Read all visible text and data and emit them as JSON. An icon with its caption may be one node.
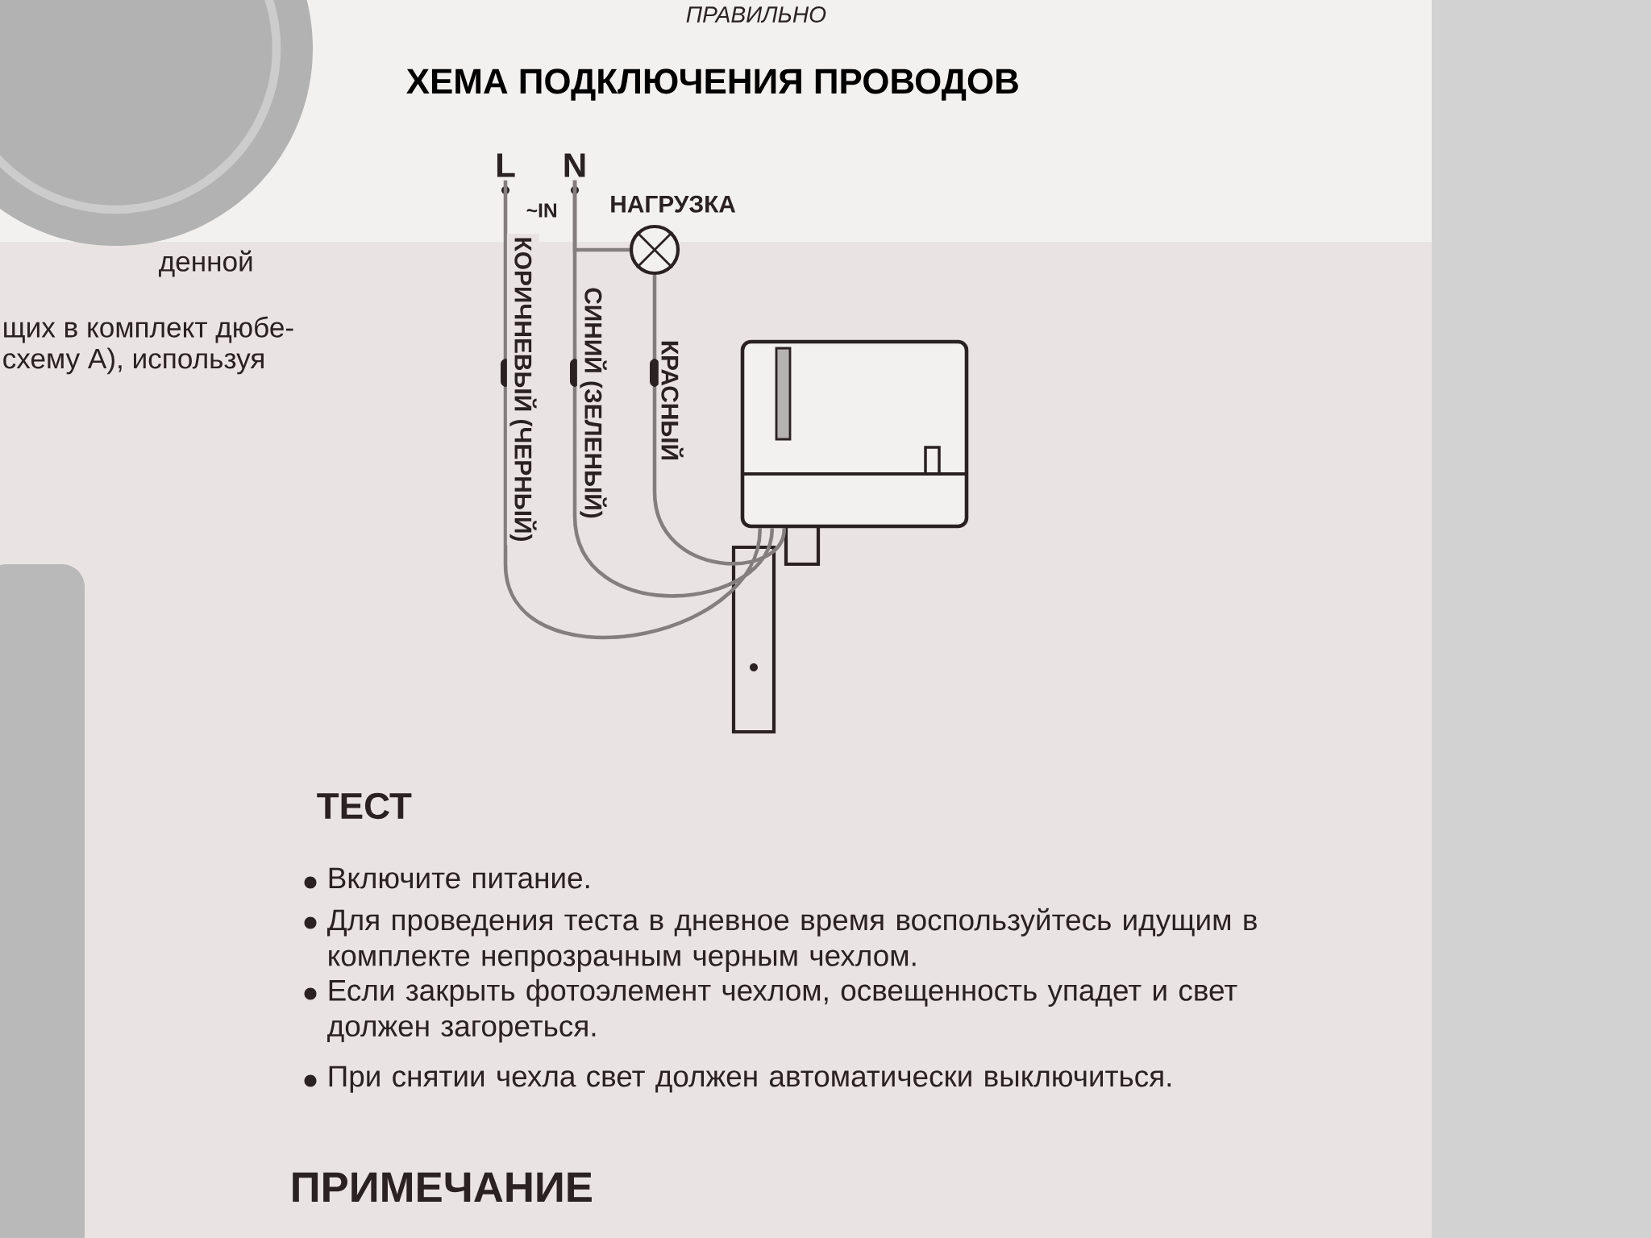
{
  "diagram": {
    "title": "ХЕМА ПОДКЛЮЧЕНИЯ ПРОВОДОВ",
    "nodes": [
      {
        "text": [
          "L"
        ]
      },
      {
        "text": [
          "N"
        ]
      },
      {
        "text": [
          "НАГРУЗКА"
        ]
      },
      {
        "text": [],
        "shape": "picture"
      }
    ],
    "edges": [
      {
        "from": 1,
        "to": 2,
        "arrow": "none"
      },
      {
        "from": 0,
        "to": 3,
        "arrow": "none",
        "label": "КОРИЧНЕВЫЙ (ЧЕРНЫЙ)"
      },
      {
        "from": 1,
        "to": 3,
        "arrow": "none",
        "label": "СИНИЙ (ЗЕЛЕНЫЙ)"
      },
      {
        "from": 2,
        "to": 3,
        "arrow": "none",
        "label": "КРАСНЫЙ"
      }
    ],
    "labels": [
      "ПРАВИЛЬНО",
      "денной",
      "щих в комплект дюбе-",
      "схему А), используя",
      "~IN",
      "ТЕСТ",
      "Включите питание.",
      "Для проведения теста в дневное время воспользуйтесь идущим в комплекте непрозрачным черным чехлом.",
      "Если закрыть фотоэлемент чехлом, освещенность упадет и свет должен загореться.",
      "При снятии чехла свет должен автоматически выключиться.",
      "ПРИМЕЧАНИЕ"
    ]
  }
}
